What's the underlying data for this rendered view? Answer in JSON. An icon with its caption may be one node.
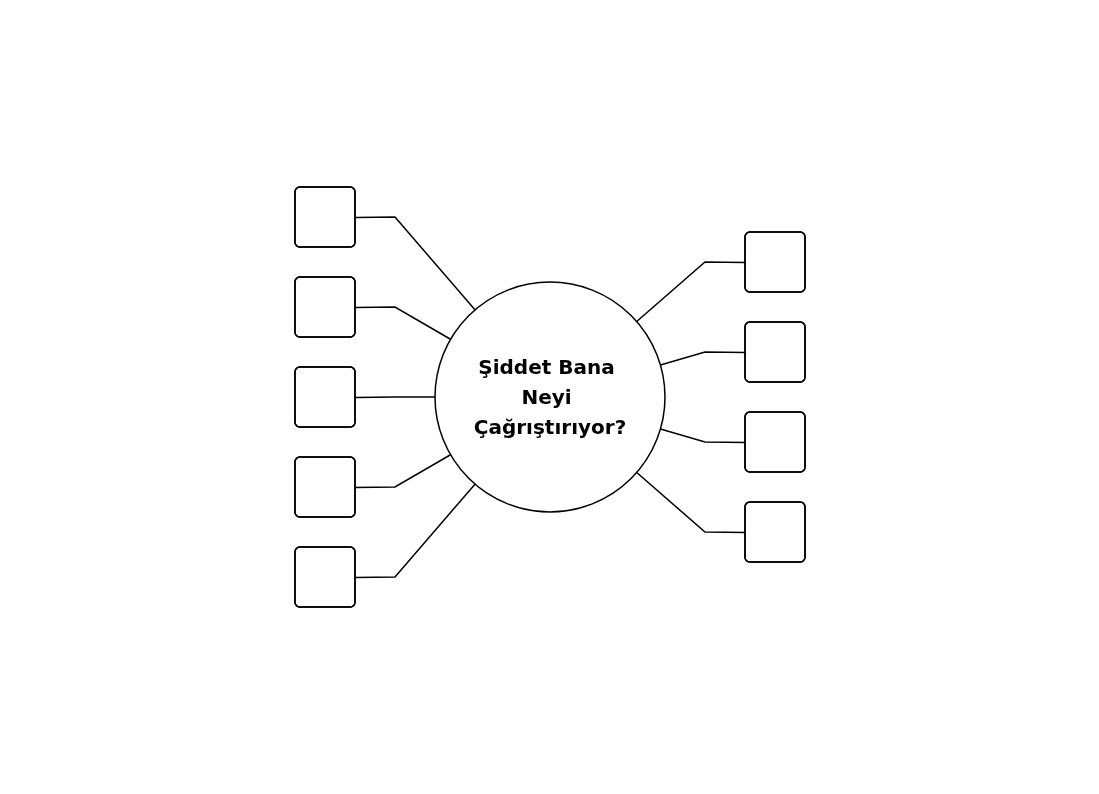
{
  "diagram": {
    "nodes": [
      {
        "text": [
          "Şiddet Bana Neyi Çağrıştırıyor?"
        ]
      },
      {
        "text": [],
        "shape": "ellipse"
      },
      {
        "text": [],
        "shape": "ellipse"
      },
      {
        "text": [],
        "shape": "ellipse"
      },
      {
        "text": [],
        "shape": "ellipse"
      },
      {
        "text": [],
        "shape": "ellipse"
      },
      {
        "text": [],
        "shape": "ellipse"
      },
      {
        "text": [],
        "shape": "ellipse"
      },
      {
        "text": [],
        "shape": "ellipse"
      },
      {
        "text": [],
        "shape": "ellipse"
      }
    ],
    "edges": [
      {
        "from": 1,
        "to": 0,
        "arrow": "none"
      },
      {
        "from": 0,
        "to": 2,
        "arrow": "none"
      },
      {
        "from": 3,
        "to": 0,
        "arrow": "none"
      },
      {
        "from": 0,
        "to": 4,
        "arrow": "none"
      },
      {
        "from": 5,
        "to": 0,
        "arrow": "none"
      },
      {
        "from": 0,
        "to": 6,
        "arrow": "none"
      },
      {
        "from": 7,
        "to": 0,
        "arrow": "none"
      },
      {
        "from": 0,
        "to": 8,
        "arrow": "none"
      },
      {
        "from": 9,
        "to": 0,
        "arrow": "none"
      }
    ]
  }
}
